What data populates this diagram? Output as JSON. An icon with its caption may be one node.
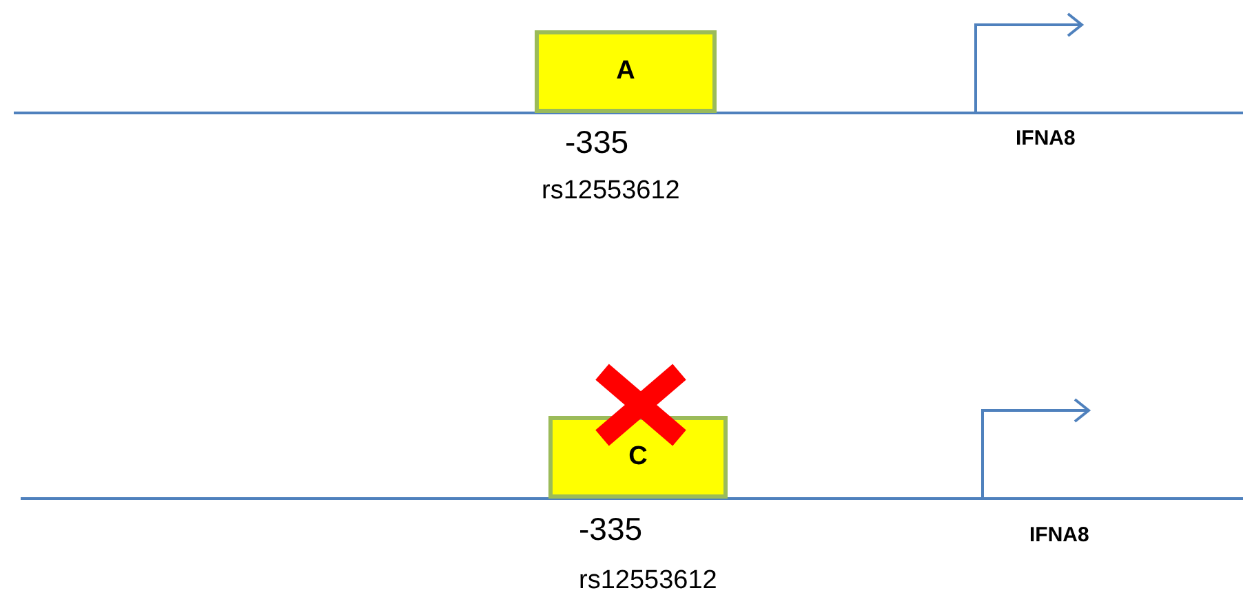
{
  "diagram": {
    "nodes": [
      {
        "text": [
          "A"
        ],
        "beside": [
          "-335",
          "rs12553612"
        ]
      },
      {
        "text": [
          "C"
        ],
        "beside": [
          "-335",
          "rs12553612"
        ]
      }
    ],
    "labels": [
      "IFNA8",
      "IFNA8"
    ]
  }
}
